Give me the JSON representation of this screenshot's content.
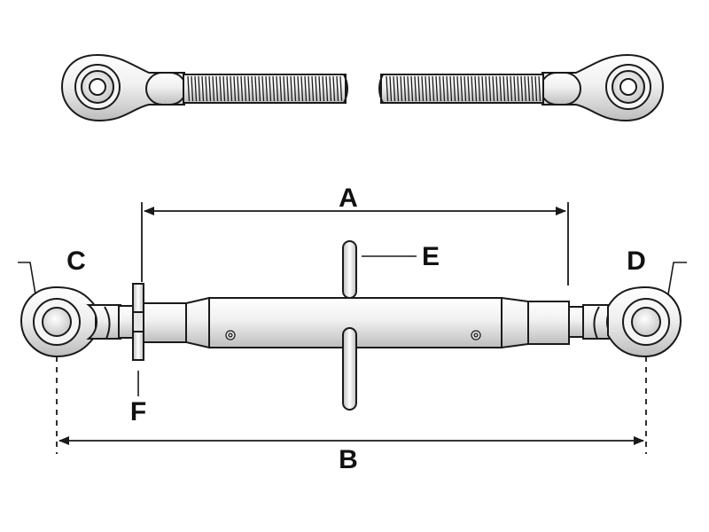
{
  "labels": {
    "a": "A",
    "b": "B",
    "c": "C",
    "d": "D",
    "e": "E",
    "f": "F"
  },
  "colors": {
    "stroke": "#1a1a1a",
    "fill_light": "#f2f2f2",
    "fill_mid": "#d9d9d9",
    "background": "#ffffff"
  }
}
